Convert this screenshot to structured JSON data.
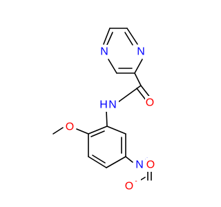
{
  "molecule": {
    "atoms": [
      {
        "id": "n1",
        "symbol": "N",
        "color": "#0000ff"
      },
      {
        "id": "n2",
        "symbol": "N",
        "color": "#0000ff"
      },
      {
        "id": "n_amide",
        "symbol": "N",
        "color": "#0000ff"
      },
      {
        "id": "h_amide",
        "symbol": "H",
        "color": "#0000ff"
      },
      {
        "id": "o_carbonyl",
        "symbol": "O",
        "color": "#ff0000"
      },
      {
        "id": "o_methoxy",
        "symbol": "O",
        "color": "#ff0000"
      },
      {
        "id": "n_nitro",
        "symbol": "N",
        "color": "#0000ff"
      },
      {
        "id": "n_nitro_charge",
        "symbol": "+",
        "color": "#0000ff"
      },
      {
        "id": "o_nitro_top",
        "symbol": "O",
        "color": "#ff0000"
      },
      {
        "id": "o_nitro_bottom",
        "symbol": "O",
        "color": "#ff0000"
      },
      {
        "id": "o_nitro_charge",
        "symbol": "-",
        "color": "#ff0000"
      }
    ],
    "bond_color": "#000000"
  }
}
